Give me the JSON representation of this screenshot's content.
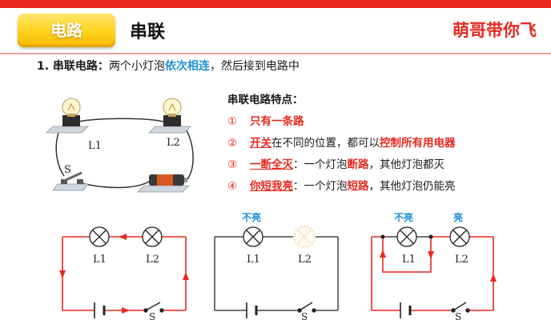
{
  "header": {
    "tag": "电路",
    "title": "串联",
    "brand": "萌哥带你飞"
  },
  "intro": {
    "prefix": "1. 串联电路：",
    "text_a": "两个小灯泡",
    "highlight": "依次相连",
    "text_b": "，然后接到电路中"
  },
  "features": {
    "heading": "串联电路特点：",
    "items": [
      {
        "num": "①",
        "parts": [
          "只有一条路"
        ]
      },
      {
        "num": "②",
        "parts": [
          "开关",
          "在不同的位置，都可以",
          "控制所有用电器"
        ]
      },
      {
        "num": "③",
        "parts": [
          "一断全灭",
          "：一个灯泡",
          "断路",
          "，其他灯泡都灭"
        ]
      },
      {
        "num": "④",
        "parts": [
          "你短我亮",
          "：一个灯泡",
          "短路",
          "，其他灯泡仍能亮"
        ]
      }
    ]
  },
  "photo": {
    "lamp1": "L1",
    "lamp2": "L2",
    "switch": "S"
  },
  "circuits": [
    {
      "lamp1": "L1",
      "lamp2": "L2",
      "switch": "S",
      "state1": "",
      "state2": ""
    },
    {
      "lamp1": "L1",
      "lamp2": "L2",
      "switch": "S",
      "state1": "不亮",
      "state2": ""
    },
    {
      "lamp1": "L1",
      "lamp2": "L2",
      "switch": "S",
      "state1": "不亮",
      "state2": "亮"
    }
  ],
  "colors": {
    "accent_red": "#e8281e",
    "accent_blue": "#1e8fd8",
    "tag_yellow": "#ffd21a"
  }
}
